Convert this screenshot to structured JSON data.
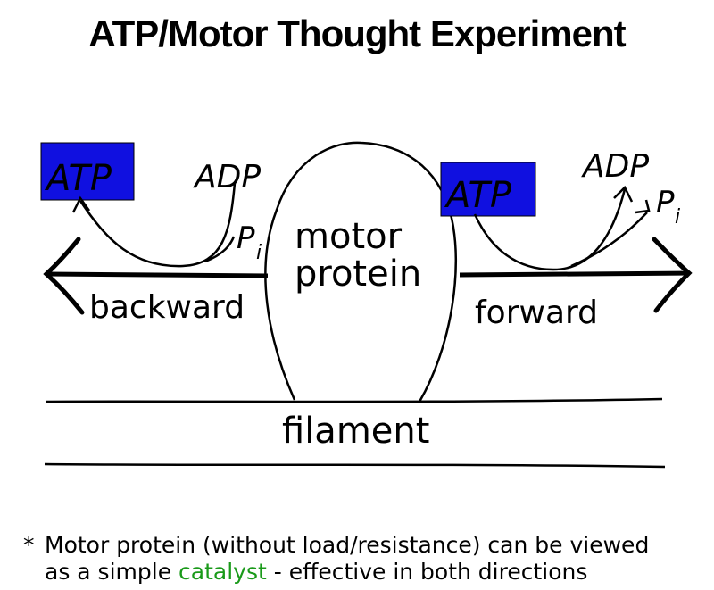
{
  "title": "ATP/Motor Thought Experiment",
  "colors": {
    "atp_box": "#1010e0",
    "highlight": "#1a9a1a"
  },
  "labels": {
    "atp_left": "ATP",
    "atp_right": "ATP",
    "adp_left": "ADP",
    "adp_right": "ADP",
    "pi_left": "P",
    "pi_left_sub": "i",
    "pi_right": "P",
    "pi_right_sub": "i",
    "motor_line1": "motor",
    "motor_line2": "protein",
    "backward": "backward",
    "forward": "forward",
    "filament": "filament"
  },
  "note": {
    "star": "*",
    "line1": "Motor protein (without load/resistance) can be viewed",
    "line2_before": "as a simple ",
    "line2_highlight": "catalyst",
    "line2_after": " - effective in both directions"
  }
}
